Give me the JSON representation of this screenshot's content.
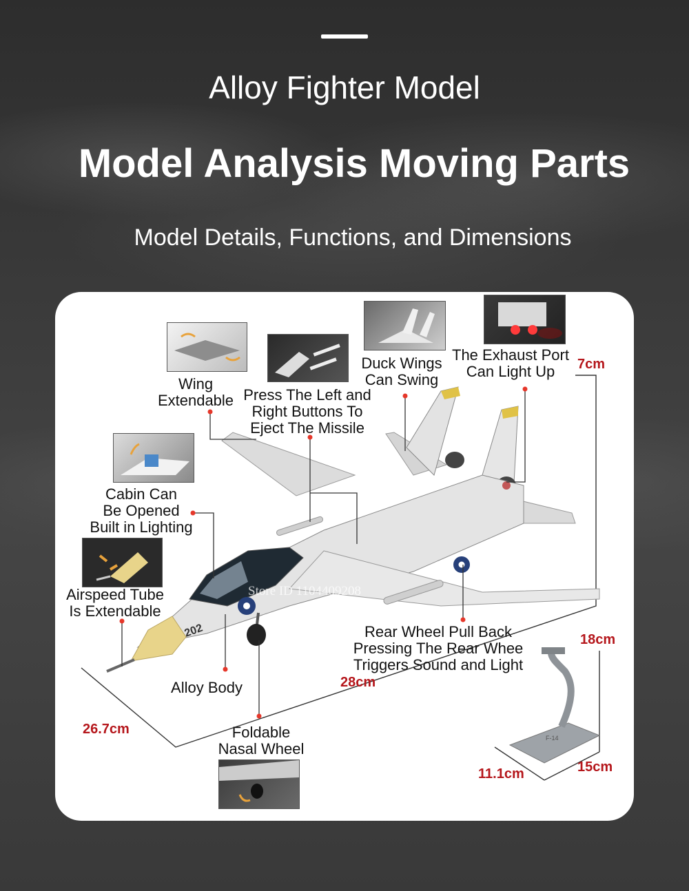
{
  "header": {
    "subtitle": "Alloy Fighter Model",
    "title": "Model Analysis Moving Parts",
    "tagline": "Model Details, Functions, and Dimensions"
  },
  "callouts": {
    "wing": "Wing\nExtendable",
    "missile": "Press The Left and\nRight Buttons To\nEject The Missile",
    "duck_wings": "Duck Wings\nCan Swing",
    "exhaust": "The Exhaust Port\nCan Light Up",
    "cabin": "Cabin Can\nBe Opened\nBuilt in Lighting",
    "airspeed": "Airspeed Tube\nIs Extendable",
    "rear_wheel": "Rear Wheel Pull Back\nPressing The Rear Whee\nTriggers Sound and Light",
    "alloy_body": "Alloy Body",
    "nasal_wheel": "Foldable\nNasal Wheel"
  },
  "dimensions": {
    "height": "7cm",
    "length": "28cm",
    "wingspan": "26.7cm",
    "stand_height": "18cm",
    "stand_width": "15cm",
    "stand_depth": "11.1cm"
  },
  "watermark": "Store ID 1104409208",
  "aircraft_markings": {
    "nose_number": "202",
    "stand_text": "F-14"
  },
  "colors": {
    "background": "#3a3a3a",
    "card": "#ffffff",
    "dimension_text": "#b5161b",
    "callout_dot": "#e6372a",
    "nose_cone": "#e8d48a",
    "airframe": "#e4e4e4"
  }
}
